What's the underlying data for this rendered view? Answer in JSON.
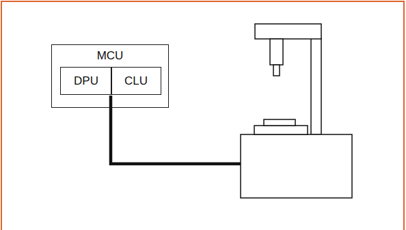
{
  "diagram": {
    "nodes": [
      {
        "text": [
          "MCU"
        ]
      },
      {
        "text": [
          "DPU"
        ],
        "in": 0
      },
      {
        "text": [
          "CLU"
        ],
        "in": 0
      }
    ]
  }
}
